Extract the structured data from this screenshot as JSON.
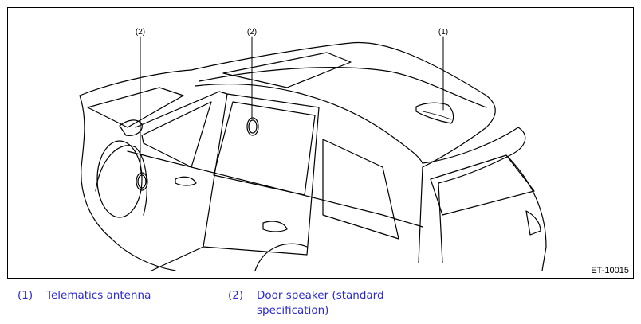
{
  "figure": {
    "code": "ET-10015",
    "callouts": [
      {
        "label": "(1)"
      },
      {
        "label": "(2)"
      },
      {
        "label": "(2)"
      }
    ]
  },
  "legend": [
    {
      "number": "(1)",
      "text": "Telematics antenna"
    },
    {
      "number": "(2)",
      "text": "Door speaker (standard specification)"
    }
  ]
}
